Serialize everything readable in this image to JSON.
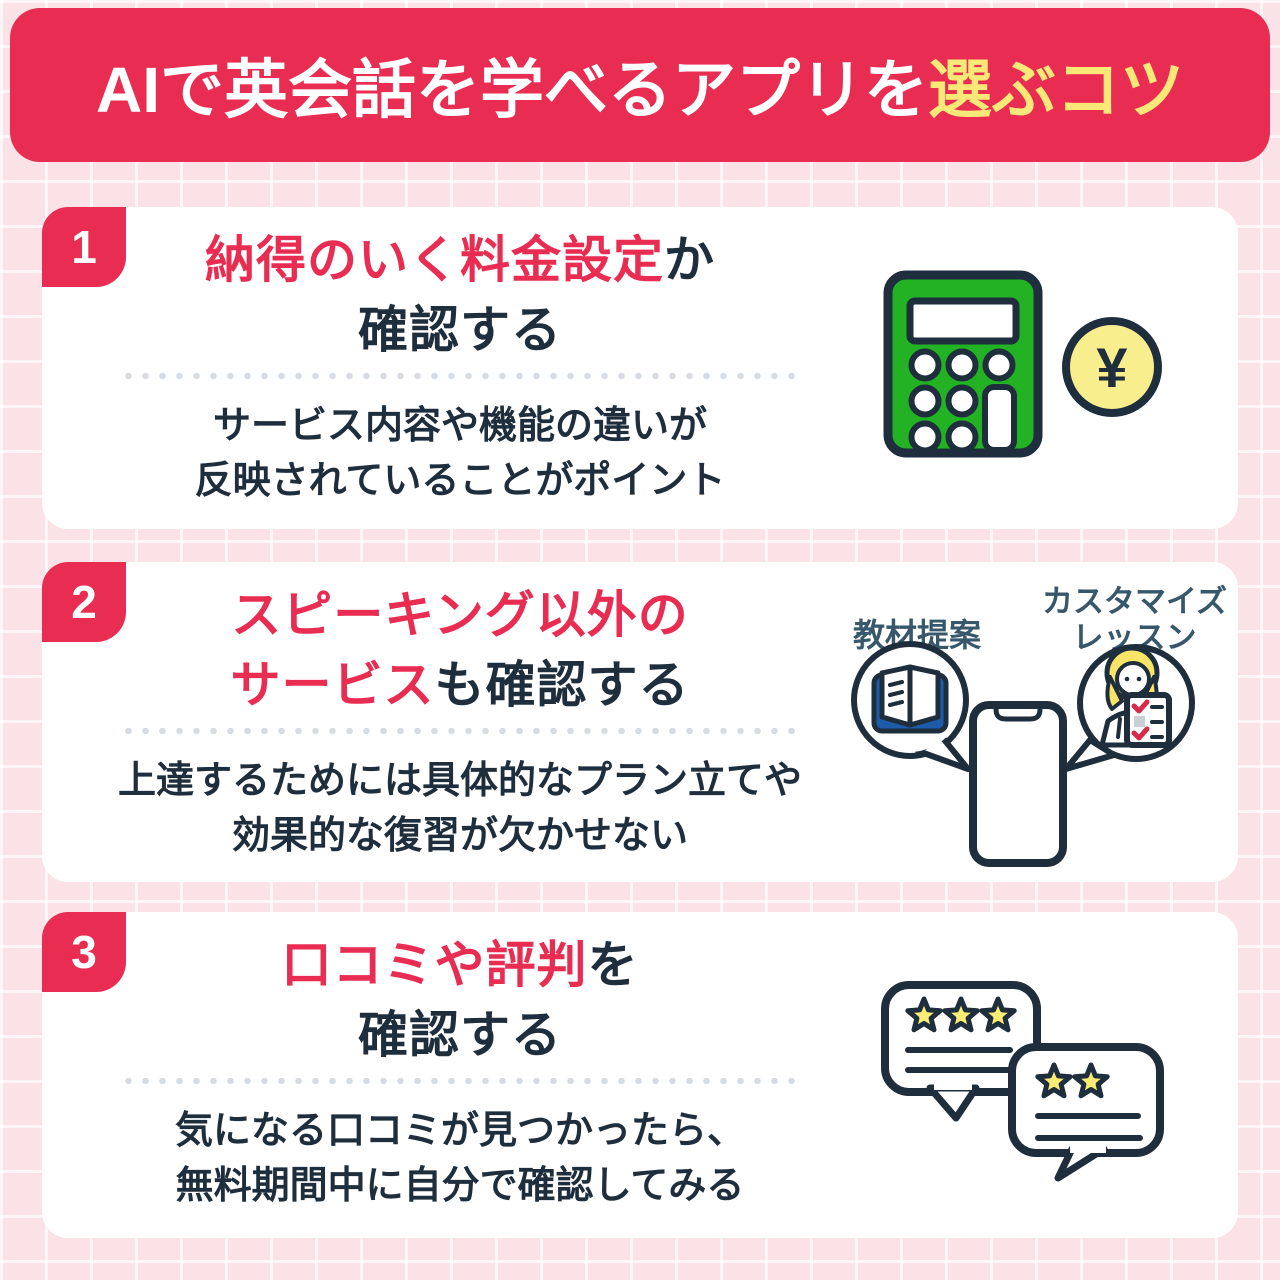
{
  "header": {
    "white": "AIで英会話を学べるアプリを",
    "yellow": "選ぶコツ"
  },
  "colors": {
    "accent_crimson": "#E92D52",
    "accent_yellow": "#F7E878",
    "text_dark": "#1F2E3D",
    "label_teal": "#37576B",
    "calculator_green": "#23B223",
    "coin_yellow": "#F8EE8D",
    "star_yellow": "#F8EC74",
    "book_blue": "#1C5CA8",
    "hair_yellow": "#F8E568",
    "background_pink": "#FAE2E7",
    "card_white": "#FFFFFF",
    "divider_dot_gray": "#D6DCE1"
  },
  "cards": [
    {
      "number": "1",
      "title_l1_red": "納得のいく料金設定",
      "title_l1_dark": "か",
      "title_l2_red": "",
      "title_l2_dark": "確認する",
      "desc_l1": "サービス内容や機能の違いが",
      "desc_l2": "反映されていることがポイント",
      "coin_symbol": "¥",
      "icons": [
        "calculator-icon",
        "yen-coin-icon"
      ]
    },
    {
      "number": "2",
      "title_l1_red": "スピーキング以外の",
      "title_l1_dark": "",
      "title_l2_red": "サービス",
      "title_l2_dark": "も確認する",
      "desc_l1": "上達するためには具体的なプラン立てや",
      "desc_l2": "効果的な復習が欠かせない",
      "label_left": "教材提案",
      "label_right_l1": "カスタマイズ",
      "label_right_l2": "レッスン",
      "icons": [
        "book-speech-bubble-icon",
        "smartphone-icon",
        "tutor-speech-bubble-icon"
      ]
    },
    {
      "number": "3",
      "title_l1_red": "口コミや評判",
      "title_l1_dark": "を",
      "title_l2_red": "",
      "title_l2_dark": "確認する",
      "desc_l1": "気になる口コミが見つかったら、",
      "desc_l2": "無料期間中に自分で確認してみる",
      "icons": [
        "review-speech-bubbles-icon",
        "star-icon"
      ]
    }
  ]
}
